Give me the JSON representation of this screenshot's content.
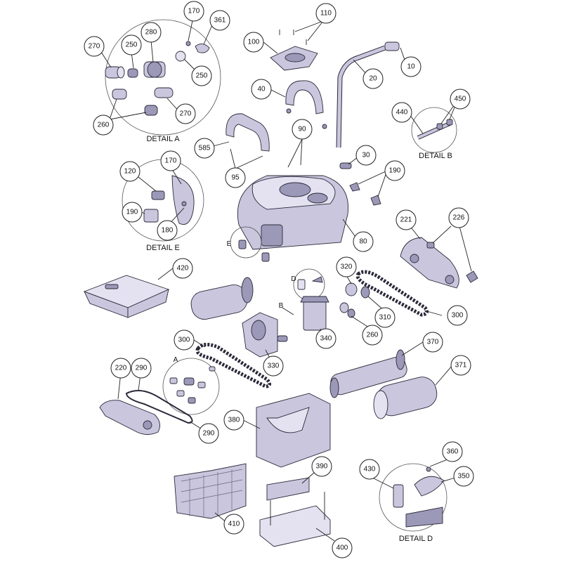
{
  "callouts": [
    {
      "id": "c10",
      "label": "10"
    },
    {
      "id": "c20",
      "label": "20"
    },
    {
      "id": "c30",
      "label": "30"
    },
    {
      "id": "c40",
      "label": "40"
    },
    {
      "id": "c80",
      "label": "80"
    },
    {
      "id": "c90",
      "label": "90"
    },
    {
      "id": "c95",
      "label": "95"
    },
    {
      "id": "c100",
      "label": "100"
    },
    {
      "id": "c110",
      "label": "110"
    },
    {
      "id": "c120",
      "label": "120"
    },
    {
      "id": "c170a",
      "label": "170"
    },
    {
      "id": "c170e",
      "label": "170"
    },
    {
      "id": "c180",
      "label": "180"
    },
    {
      "id": "c190e",
      "label": "190"
    },
    {
      "id": "c190",
      "label": "190"
    },
    {
      "id": "c220",
      "label": "220"
    },
    {
      "id": "c221",
      "label": "221"
    },
    {
      "id": "c226",
      "label": "226"
    },
    {
      "id": "c250a",
      "label": "250"
    },
    {
      "id": "c250b",
      "label": "250"
    },
    {
      "id": "c260a",
      "label": "260"
    },
    {
      "id": "c260",
      "label": "260"
    },
    {
      "id": "c270a",
      "label": "270"
    },
    {
      "id": "c270b",
      "label": "270"
    },
    {
      "id": "c280",
      "label": "280"
    },
    {
      "id": "c290a",
      "label": "290"
    },
    {
      "id": "c290b",
      "label": "290"
    },
    {
      "id": "c300a",
      "label": "300"
    },
    {
      "id": "c300b",
      "label": "300"
    },
    {
      "id": "c310",
      "label": "310"
    },
    {
      "id": "c320",
      "label": "320"
    },
    {
      "id": "c330",
      "label": "330"
    },
    {
      "id": "c340",
      "label": "340"
    },
    {
      "id": "c350",
      "label": "350"
    },
    {
      "id": "c360",
      "label": "360"
    },
    {
      "id": "c361",
      "label": "361"
    },
    {
      "id": "c370",
      "label": "370"
    },
    {
      "id": "c371",
      "label": "371"
    },
    {
      "id": "c380",
      "label": "380"
    },
    {
      "id": "c390",
      "label": "390"
    },
    {
      "id": "c400",
      "label": "400"
    },
    {
      "id": "c410",
      "label": "410"
    },
    {
      "id": "c420",
      "label": "420"
    },
    {
      "id": "c430",
      "label": "430"
    },
    {
      "id": "c440",
      "label": "440"
    },
    {
      "id": "c450",
      "label": "450"
    },
    {
      "id": "c585",
      "label": "585"
    }
  ],
  "details": {
    "a": "DETAIL A",
    "b": "DETAIL B",
    "d": "DETAIL D",
    "e": "DETAIL E"
  },
  "detail_markers": {
    "a": "A",
    "b": "B",
    "d": "D",
    "e": "E"
  },
  "colors": {
    "part_fill": "#c9c6dd",
    "part_dark": "#9c98b8",
    "outline": "#2a2a3a"
  }
}
